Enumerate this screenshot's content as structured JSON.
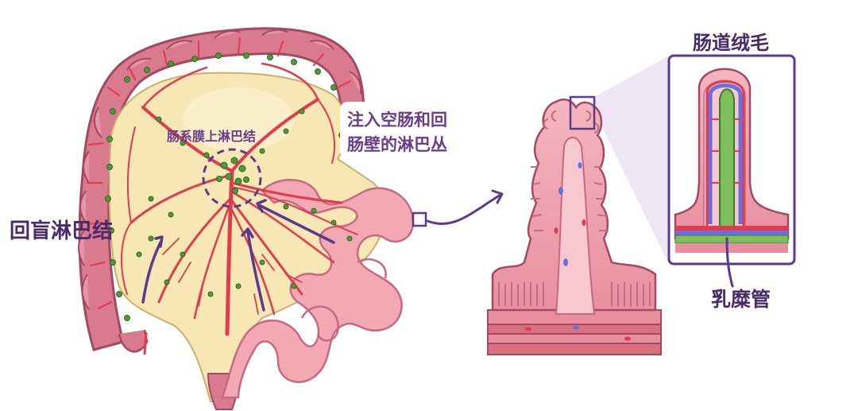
{
  "labels": {
    "ileocecal": "回盲淋巴结",
    "smn": "肠系膜上淋巴结",
    "into_line1": "注入空肠和回",
    "into_line2": "肠壁的淋巴丛",
    "villus": "肠道绒毛",
    "lacteal": "乳糜管"
  },
  "colors": {
    "accent": "#5b3a8c",
    "vessel_red": "#e23a4e",
    "lymph_green": "#4f9a3a",
    "colon_pink": "#d97a8e",
    "intestine_pink": "#f3a9b4",
    "fat_yellow": "#f6e7b4",
    "vein_blue": "#6a6fe0",
    "zoom_purple": "#ece3f3"
  }
}
